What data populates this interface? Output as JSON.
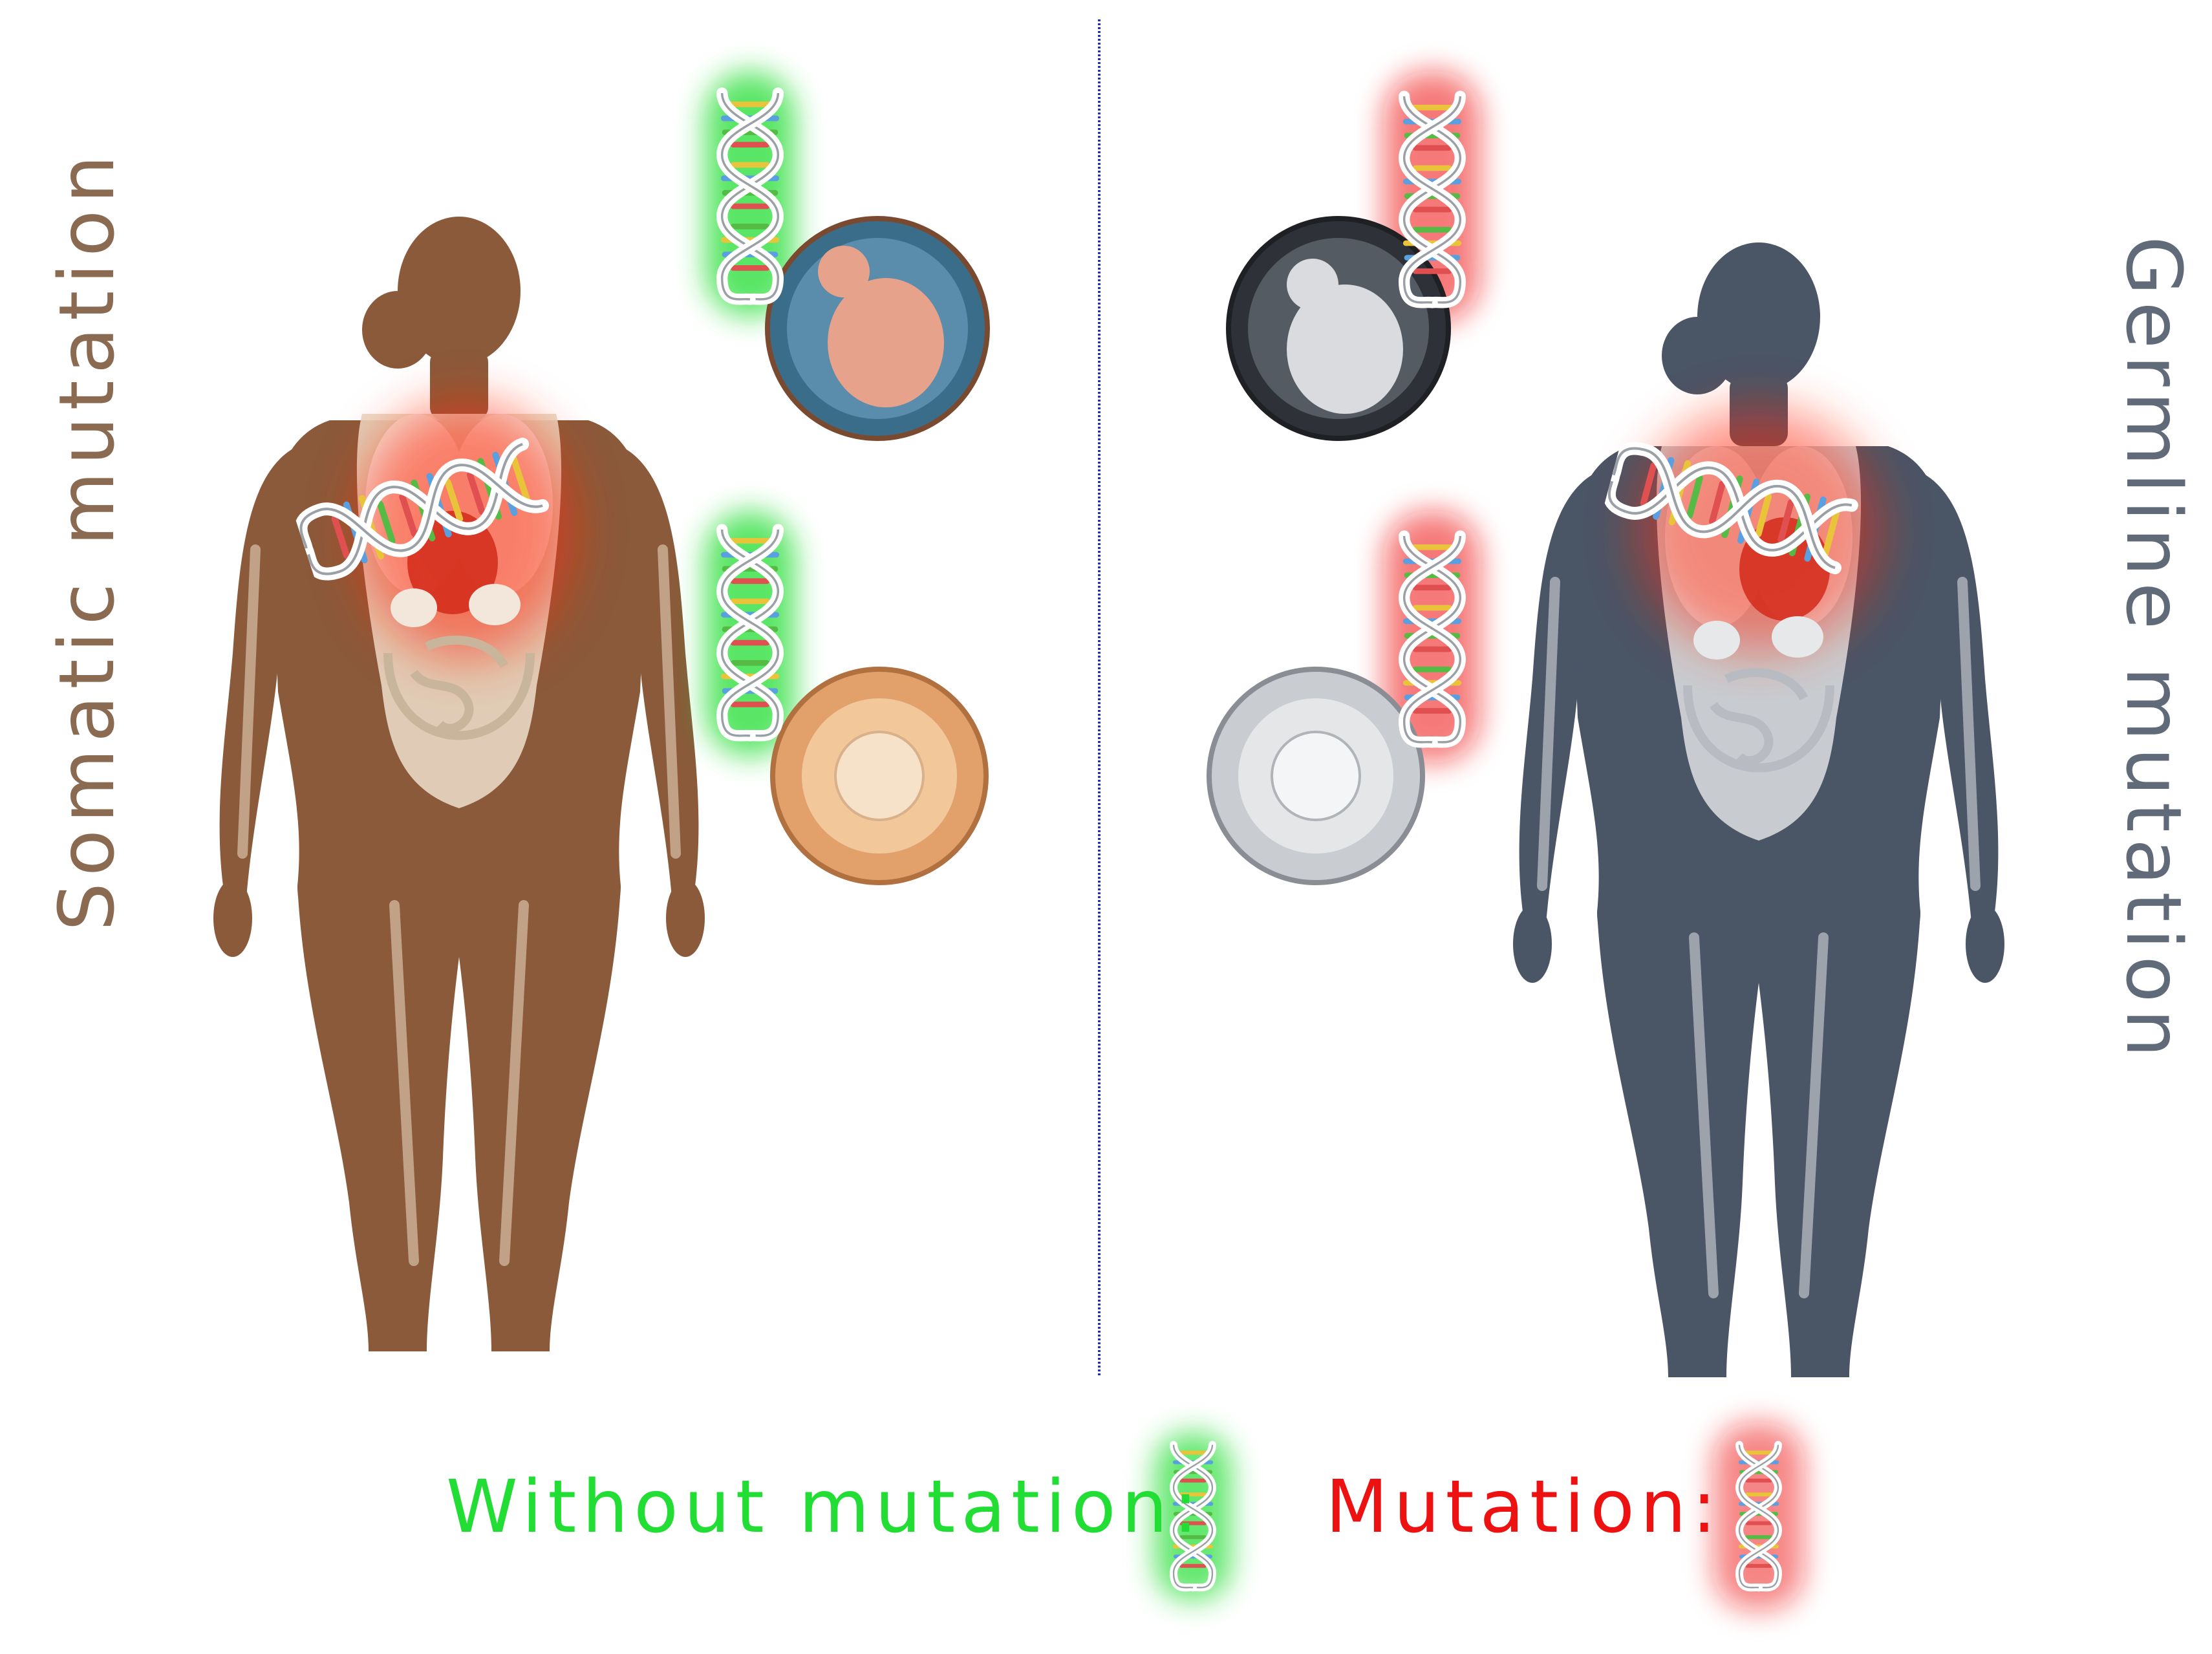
{
  "labels": {
    "somatic": "Somatic mutation",
    "germline": "Germline mutation"
  },
  "legend": {
    "without": "Without mutation:",
    "mutation": "Mutation:"
  },
  "colors": {
    "without_mutation": "#22dd33",
    "mutation": "#ee1111",
    "somatic_skin": "#8a5a3a",
    "germline_skin": "#4a5566",
    "divider": "#2233aa"
  },
  "icons": {
    "dna": "dna-helix-icon",
    "embryo": "embryo-cell-icon",
    "egg": "egg-cell-icon"
  }
}
